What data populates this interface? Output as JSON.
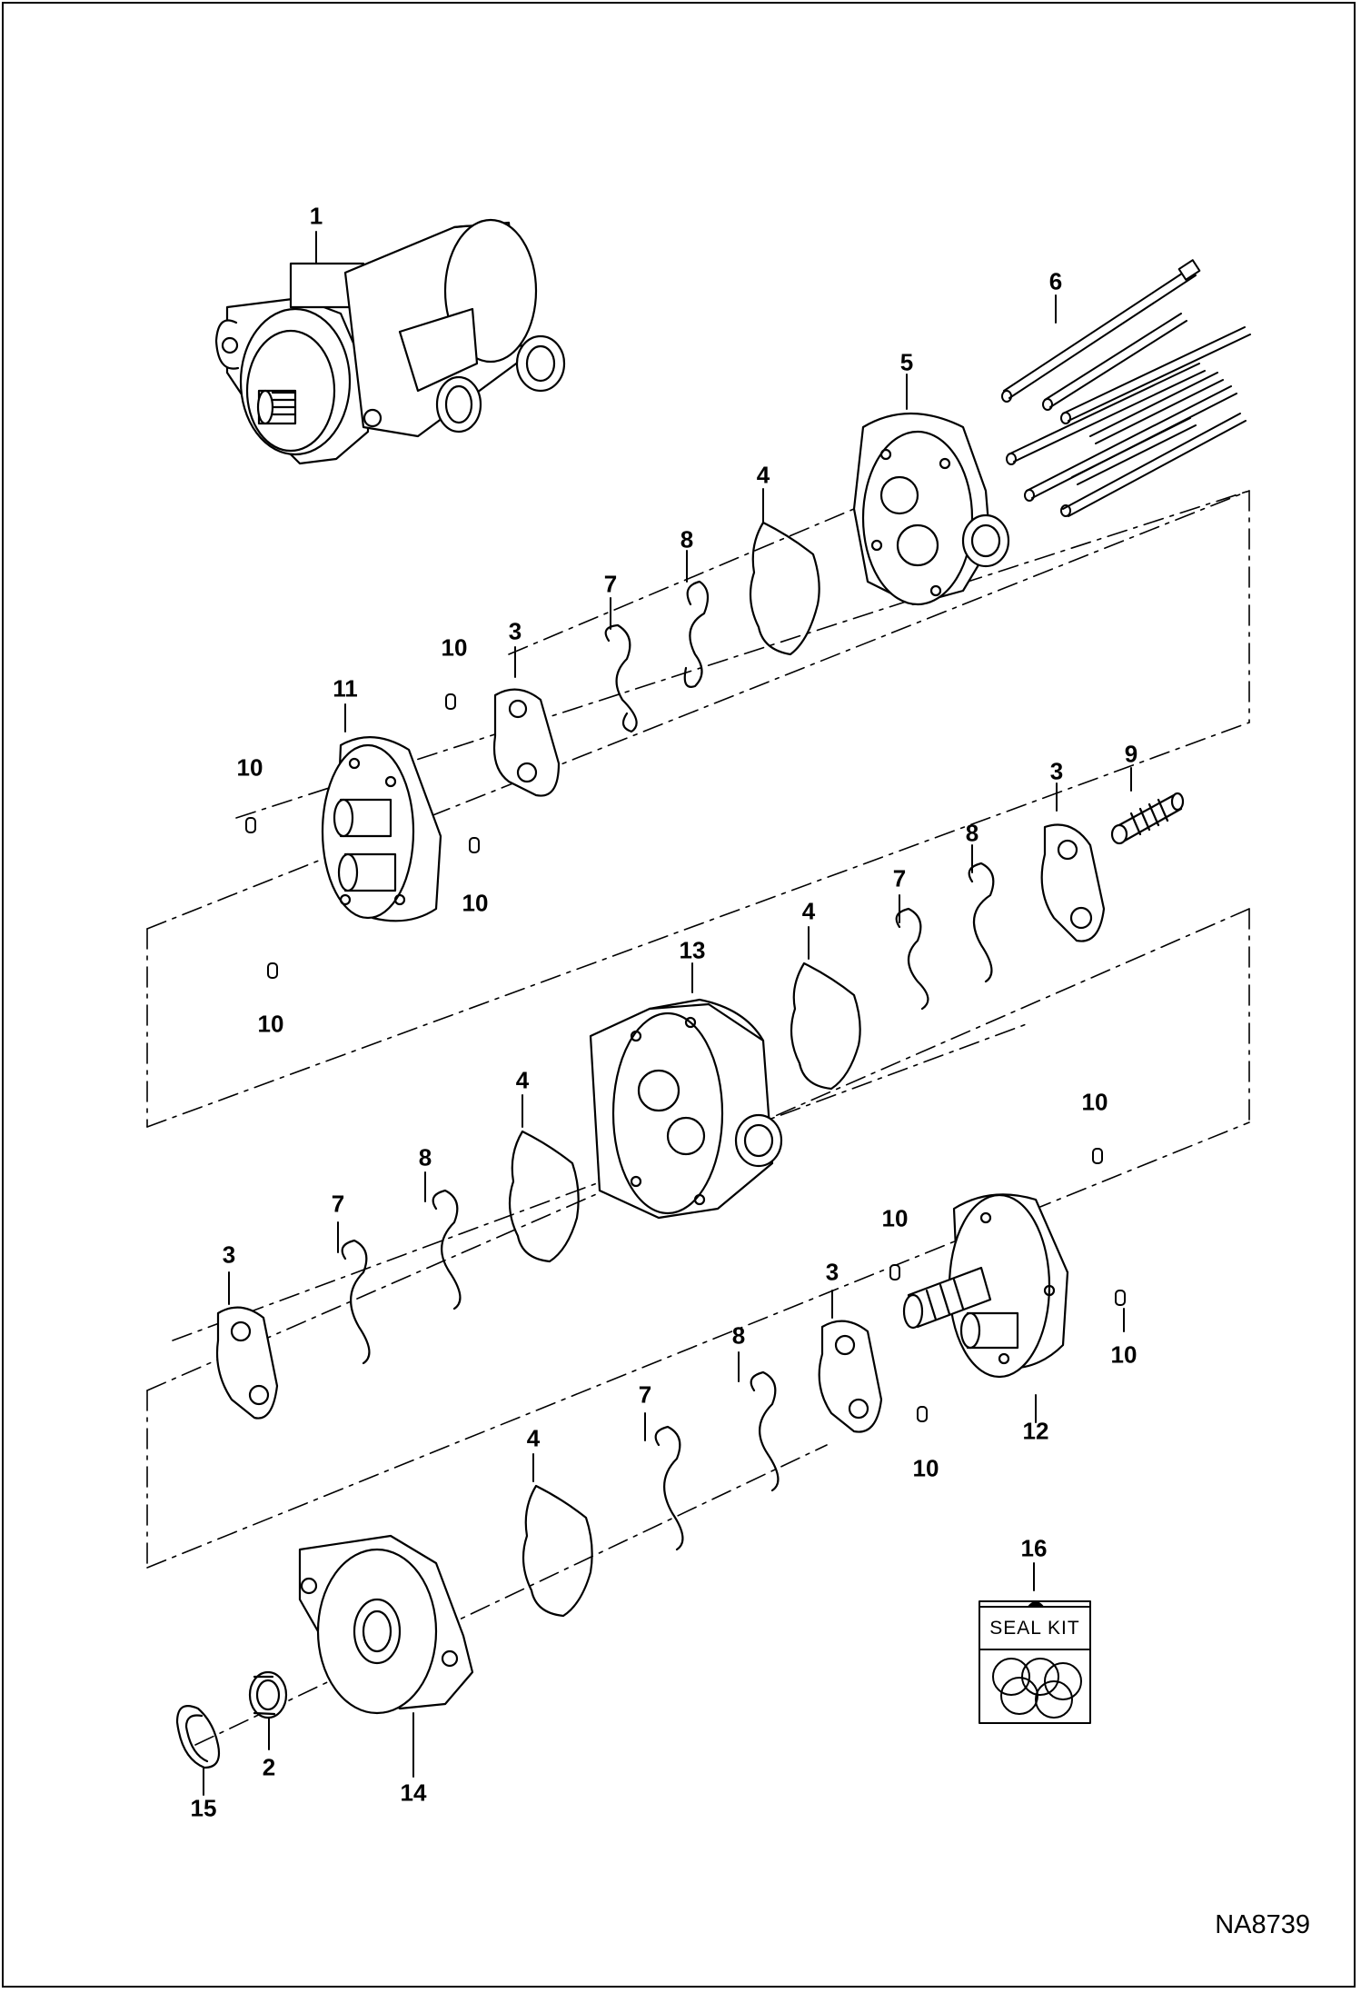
{
  "figure_id": "NA8739",
  "callouts": [
    "1",
    "2",
    "3",
    "4",
    "5",
    "6",
    "7",
    "8",
    "9",
    "10",
    "11",
    "12",
    "13",
    "14",
    "15",
    "16"
  ],
  "seal_kit_label": "SEAL KIT"
}
